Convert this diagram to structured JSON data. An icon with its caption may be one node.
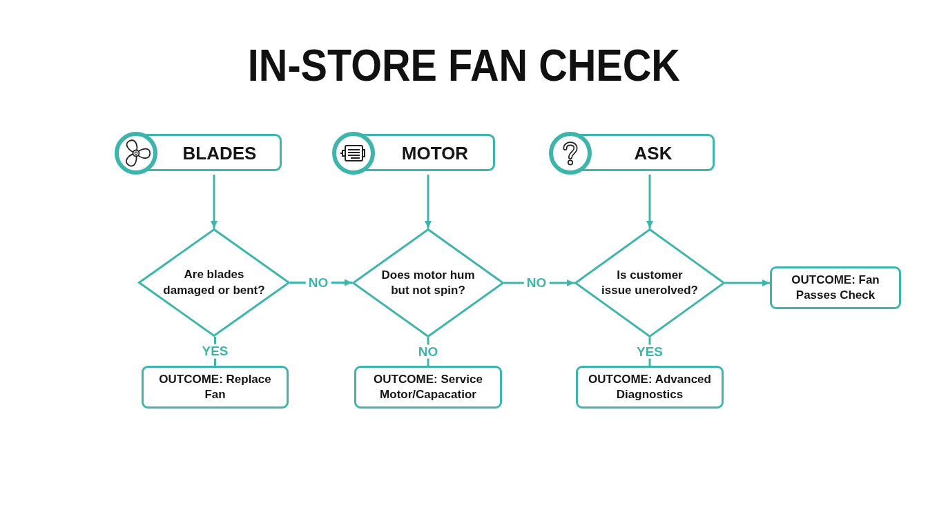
{
  "diagram": {
    "title": "IN-STORE FAN CHECK",
    "nodes": [
      {
        "text": [
          "BLADES"
        ]
      },
      {
        "text": [
          "MOTOR"
        ]
      },
      {
        "text": [
          "ASK"
        ]
      },
      {
        "text": [
          "Are blades damaged or bent?"
        ]
      },
      {
        "text": [
          "Does motor hum but not spin?"
        ]
      },
      {
        "text": [
          "Is customer issue unerolved?"
        ]
      },
      {
        "text": [
          "OUTCOME: Fan Passes Check"
        ]
      },
      {
        "text": [
          "OUTCOME: Replace Fan"
        ]
      },
      {
        "text": [
          "OUTCOME: Service Motor/Capacatior"
        ]
      },
      {
        "text": [
          "OUTCOME: Advanced Diagnostics"
        ]
      }
    ],
    "edges": [
      {
        "from": 0,
        "to": 3,
        "arrow": "to"
      },
      {
        "from": 1,
        "to": 4,
        "arrow": "to"
      },
      {
        "from": 2,
        "to": 5,
        "arrow": "to"
      },
      {
        "from": 3,
        "to": 4,
        "arrow": "to",
        "label": "NO"
      },
      {
        "from": 4,
        "to": 5,
        "arrow": "to",
        "label": "NO"
      },
      {
        "from": 5,
        "to": 6,
        "arrow": "to"
      },
      {
        "from": 3,
        "to": 7,
        "arrow": "none",
        "label": "YES"
      },
      {
        "from": 4,
        "to": 8,
        "arrow": "none",
        "label": "NO"
      },
      {
        "from": 5,
        "to": 9,
        "arrow": "none",
        "label": "YES"
      }
    ]
  }
}
